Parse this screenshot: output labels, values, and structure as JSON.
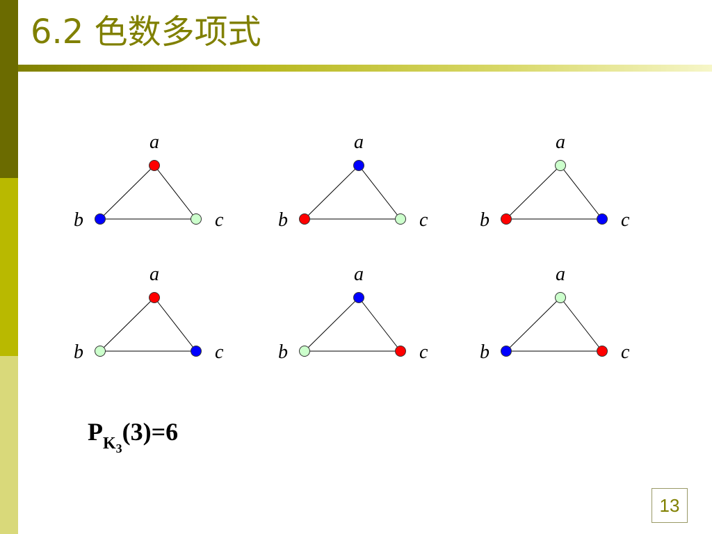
{
  "title": "6.2 色数多项式",
  "theme": {
    "accent": "#808000",
    "sidebar_colors": [
      "#6b6b00",
      "#b9b900",
      "#d9d97a",
      "#9c9c00"
    ]
  },
  "vertex_colors": {
    "red": "#ff0000",
    "blue": "#0000ff",
    "light_green": "#ccffcc"
  },
  "vertex_labels": {
    "a": "a",
    "b": "b",
    "c": "c"
  },
  "colorings": [
    {
      "a": "red",
      "b": "blue",
      "c": "light_green"
    },
    {
      "a": "blue",
      "b": "red",
      "c": "light_green"
    },
    {
      "a": "light_green",
      "b": "red",
      "c": "blue"
    },
    {
      "a": "red",
      "b": "light_green",
      "c": "blue"
    },
    {
      "a": "blue",
      "b": "light_green",
      "c": "red"
    },
    {
      "a": "light_green",
      "b": "blue",
      "c": "red"
    }
  ],
  "formula": {
    "p": "P",
    "k": "K",
    "sub_num": "3",
    "rest": "(3)=6"
  },
  "page_number": "13"
}
